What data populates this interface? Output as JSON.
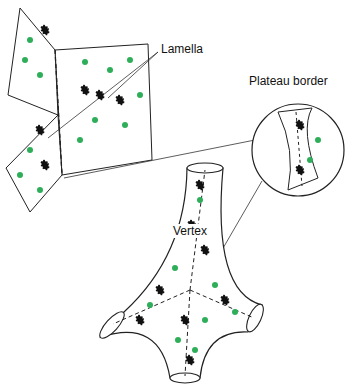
{
  "diagram": {
    "labels": [
      "Lamella",
      "Plateau border",
      "Vertex"
    ]
  }
}
